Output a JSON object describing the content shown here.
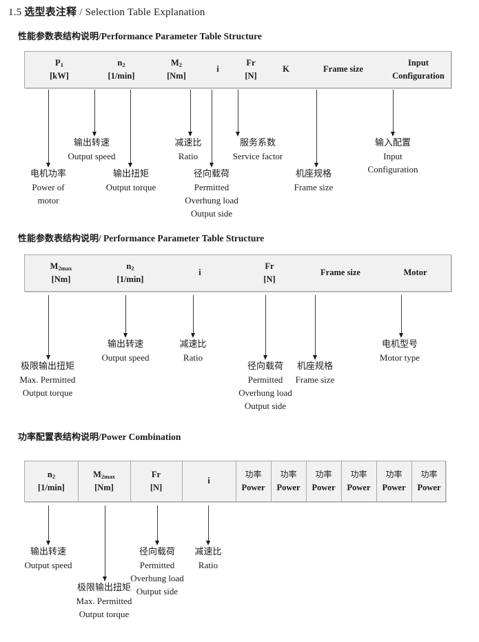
{
  "document": {
    "section_number": "1.5",
    "title_cn": "选型表注释",
    "title_sep": "/",
    "title_en": "Selection Table Explanation"
  },
  "sections": [
    {
      "heading_cn": "性能参数表结构说明",
      "heading_sep": "/",
      "heading_en": "Performance Parameter Table Structure",
      "table": {
        "columns": [
          {
            "symbol": "P",
            "sub": "1",
            "unit": "[kW]"
          },
          {
            "symbol": "n",
            "sub": "2",
            "unit": "[1/min]"
          },
          {
            "symbol": "M",
            "sub": "2",
            "unit": "[Nm]"
          },
          {
            "symbol": "i",
            "sub": "",
            "unit": ""
          },
          {
            "symbol": "Fr",
            "sub": "",
            "unit": "[N]"
          },
          {
            "symbol": "K",
            "sub": "",
            "unit": ""
          },
          {
            "symbol": "Frame size",
            "sub": "",
            "unit": ""
          },
          {
            "symbol": "Input",
            "sub": "",
            "unit": "Configuration"
          }
        ]
      },
      "annotations": [
        {
          "cn": "电机功率",
          "en": [
            "Power of",
            "motor"
          ]
        },
        {
          "cn": "输出转速",
          "en": [
            "Output speed"
          ]
        },
        {
          "cn": "输出扭矩",
          "en": [
            "Output torque"
          ]
        },
        {
          "cn": "减速比",
          "en": [
            "Ratio"
          ]
        },
        {
          "cn": "径向载荷",
          "en": [
            "Permitted",
            "Overhung load",
            "Output side"
          ]
        },
        {
          "cn": "服务系数",
          "en": [
            "Service factor"
          ]
        },
        {
          "cn": "机座规格",
          "en": [
            "Frame size"
          ]
        },
        {
          "cn": "输入配置",
          "en": [
            "Input",
            "Configuration"
          ]
        }
      ]
    },
    {
      "heading_cn": "性能参数表结构说明",
      "heading_sep": "/",
      "heading_en": "Performance Parameter Table Structure",
      "table": {
        "columns": [
          {
            "symbol": "M",
            "sub": "2max",
            "unit": "[Nm]"
          },
          {
            "symbol": "n",
            "sub": "2",
            "unit": "[1/min]"
          },
          {
            "symbol": "i",
            "sub": "",
            "unit": ""
          },
          {
            "symbol": "Fr",
            "sub": "",
            "unit": "[N]"
          },
          {
            "symbol": "Frame size",
            "sub": "",
            "unit": ""
          },
          {
            "symbol": "Motor",
            "sub": "",
            "unit": ""
          }
        ]
      },
      "annotations": [
        {
          "cn": "极限输出扭矩",
          "en": [
            "Max. Permitted",
            "Output  torque"
          ]
        },
        {
          "cn": "输出转速",
          "en": [
            "Output speed"
          ]
        },
        {
          "cn": "减速比",
          "en": [
            "Ratio"
          ]
        },
        {
          "cn": "径向载荷",
          "en": [
            "Permitted",
            "Overhung load",
            "Output side"
          ]
        },
        {
          "cn": "机座规格",
          "en": [
            "Frame size"
          ]
        },
        {
          "cn": "电机型号",
          "en": [
            "Motor type"
          ]
        }
      ]
    },
    {
      "heading_cn": "功率配置表结构说明",
      "heading_sep": "/",
      "heading_en": "Power Combination",
      "table": {
        "columns": [
          {
            "symbol": "n",
            "sub": "2",
            "unit": "[1/min]"
          },
          {
            "symbol": "M",
            "sub": "2max",
            "unit": "[Nm]"
          },
          {
            "symbol": "Fr",
            "sub": "",
            "unit": "[N]"
          },
          {
            "symbol": "i",
            "sub": "",
            "unit": ""
          },
          {
            "cn": "功率",
            "unit": "Power"
          },
          {
            "cn": "功率",
            "unit": "Power"
          },
          {
            "cn": "功率",
            "unit": "Power"
          },
          {
            "cn": "功率",
            "unit": "Power"
          },
          {
            "cn": "功率",
            "unit": "Power"
          },
          {
            "cn": "功率",
            "unit": "Power"
          }
        ]
      },
      "annotations": [
        {
          "cn": "输出转速",
          "en": [
            "Output speed"
          ]
        },
        {
          "cn": "极限输出扭矩",
          "en": [
            "Max. Permitted",
            "Output  torque"
          ]
        },
        {
          "cn": "径向载荷",
          "en": [
            "Permitted",
            "Overhung load",
            "Output side"
          ]
        },
        {
          "cn": "减速比",
          "en": [
            "Ratio"
          ]
        }
      ]
    }
  ],
  "colors": {
    "table_fill": "#f1f1f1",
    "table_border": "#a8a8a8",
    "arrow": "#1a1a1a",
    "text": "#1a1a1a"
  }
}
